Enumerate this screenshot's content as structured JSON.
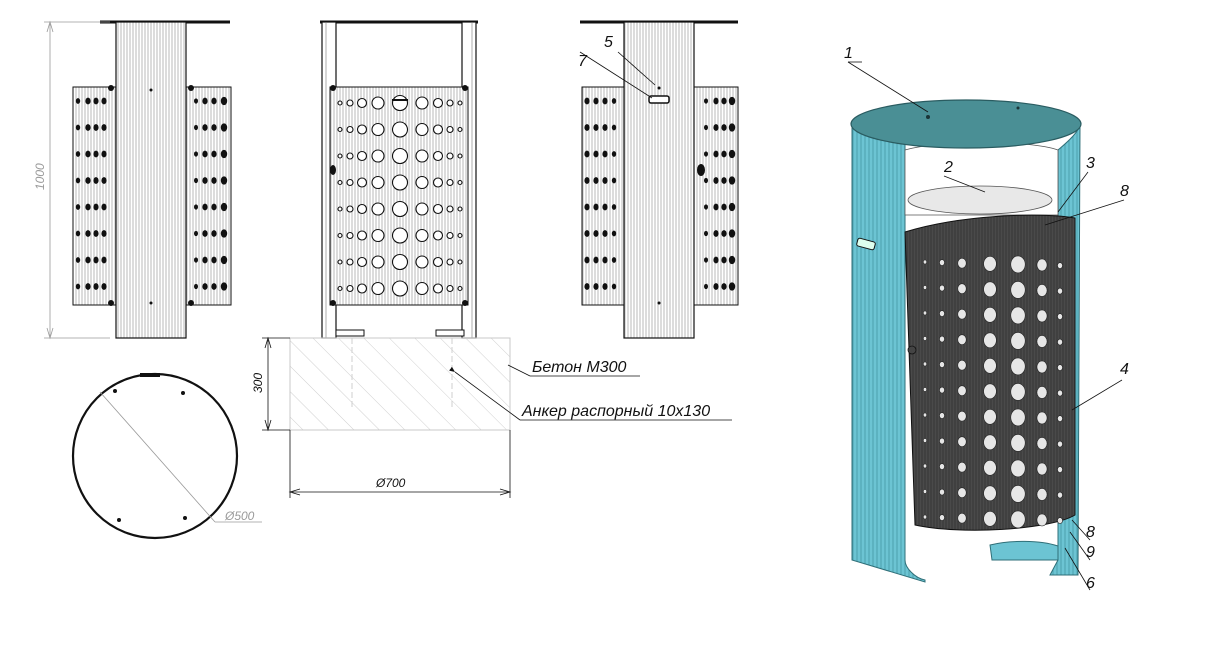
{
  "dimensions": {
    "height": "1000",
    "base_height": "300",
    "base_diameter": "Ø700",
    "bin_diameter": "Ø500"
  },
  "annotations": {
    "concrete": "Бетон М300",
    "anchor": "Анкер распорный 10х130"
  },
  "part_numbers": [
    "1",
    "2",
    "3",
    "4",
    "5",
    "6",
    "7",
    "8",
    "8",
    "9"
  ],
  "colors": {
    "post_teal": "#5bb7c7",
    "post_dark": "#3d8f9c",
    "lid_teal": "#4a8f95",
    "basket_grey": "#3a3a3a",
    "line": "#111111",
    "dim_line": "#9a9a9a"
  }
}
